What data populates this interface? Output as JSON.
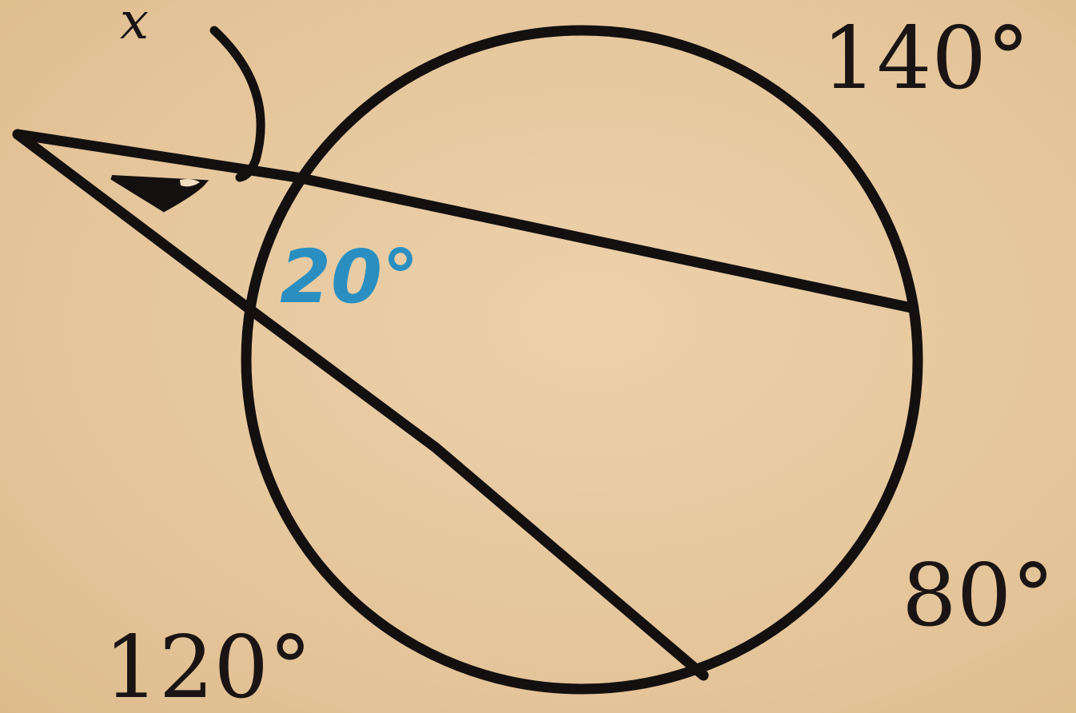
{
  "diagram": {
    "unknown_label": "x",
    "arc_labels": {
      "top_right": "140°",
      "right": "80°",
      "bottom_left": "120°"
    },
    "handwritten_answer": "20°",
    "colors": {
      "ink": "#141010",
      "answer_ink": "#2a8fc0",
      "paper": "#e7c9a0"
    }
  }
}
